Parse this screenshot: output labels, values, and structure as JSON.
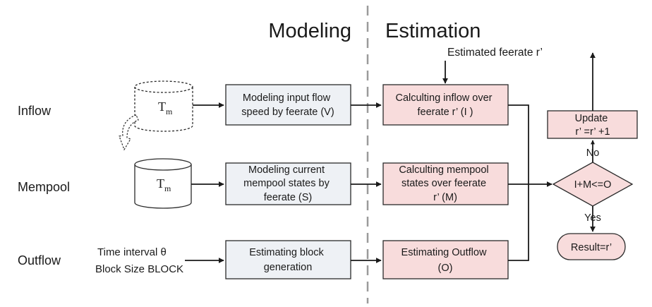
{
  "headers": {
    "modeling": "Modeling",
    "estimation": "Estimation"
  },
  "estimated_feerate": "Estimated feerate r’",
  "rows": {
    "inflow": "Inflow",
    "mempool": "Mempool",
    "outflow": "Outflow"
  },
  "cylinders": {
    "inflow": {
      "main": "T",
      "sub": "m"
    },
    "mempool": {
      "main": "T",
      "sub": "m"
    }
  },
  "outflow_inputs": {
    "line1": "Time interval θ",
    "line2": "Block Size BLOCK"
  },
  "modeling_boxes": {
    "inflow": [
      "Modeling input flow",
      "speed by feerate   (V)"
    ],
    "mempool": [
      "Modeling current",
      "mempool states by",
      "feerate  (S)"
    ],
    "outflow": [
      "Estimating block",
      "generation"
    ]
  },
  "estimation_boxes": {
    "inflow": [
      "Calculting inflow over",
      "feerate r’  (I )"
    ],
    "mempool": [
      "Calculting mempool",
      "states over feerate",
      "r’  (M)"
    ],
    "outflow": [
      "Estimating Outflow",
      "(O)"
    ]
  },
  "update_box": [
    "Update",
    "r’  =r’   +1"
  ],
  "decision": "I+M<=O",
  "branch_no": "No",
  "branch_yes": "Yes",
  "result": "Result=r’"
}
